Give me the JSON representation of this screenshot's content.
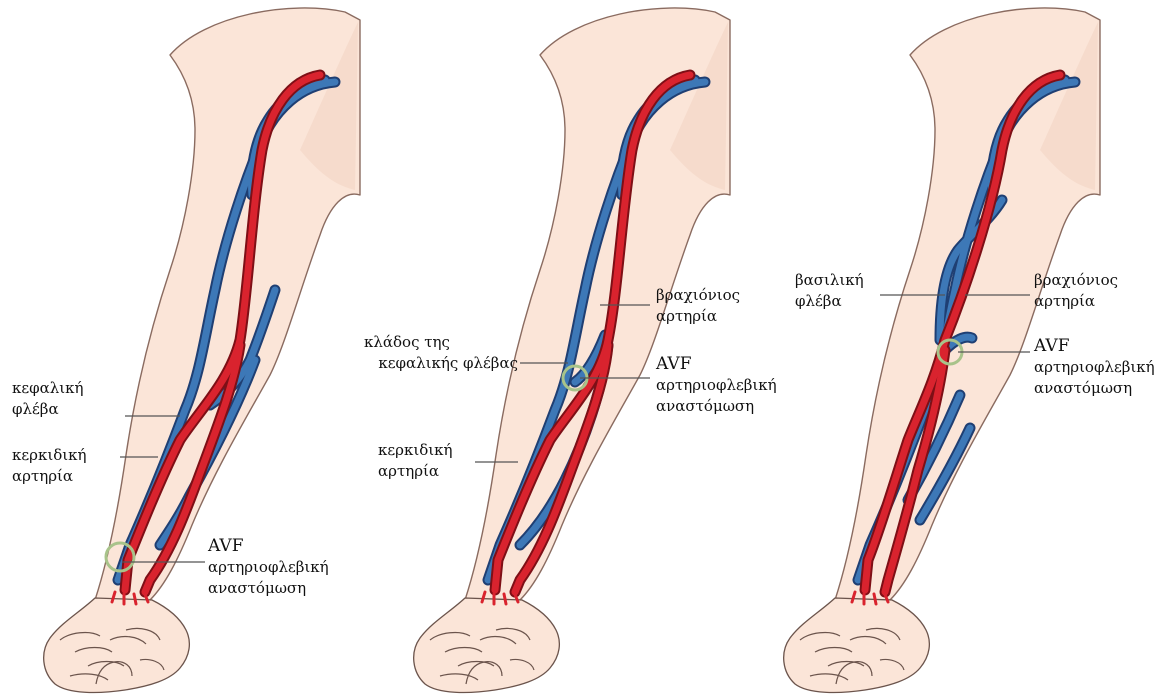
{
  "panels": [
    {
      "id": "forearm-fistula",
      "labels": {
        "cephalic_vein": [
          "κεφαλική",
          "φλέβα"
        ],
        "radial_artery": [
          "κερκιδική",
          "αρτηρία"
        ],
        "avf": [
          "AVF",
          "αρτηριοφλεβική",
          "αναστόμωση"
        ]
      }
    },
    {
      "id": "elbow-fistula",
      "labels": {
        "brachial_artery": [
          "βραχιόνιος",
          "αρτηρία"
        ],
        "cephalic_branch": [
          "κλάδος της",
          "κεφαλικής φλέβας"
        ],
        "avf": [
          "AVF",
          "αρτηριοφλεβική",
          "αναστόμωση"
        ],
        "radial_artery": [
          "κερκιδική",
          "αρτηρία"
        ]
      }
    },
    {
      "id": "basilic-fistula",
      "labels": {
        "basilic_vein": [
          "βασιλική",
          "φλέβα"
        ],
        "brachial_artery": [
          "βραχιόνιος",
          "αρτηρία"
        ],
        "avf": [
          "AVF",
          "αρτηριοφλεβική",
          "αναστόμωση"
        ]
      }
    }
  ],
  "colors": {
    "vein": "#3d78b7",
    "artery": "#d9232e",
    "skin": "#fbe5d8",
    "anastomosis_ring": "#a8c38a"
  }
}
